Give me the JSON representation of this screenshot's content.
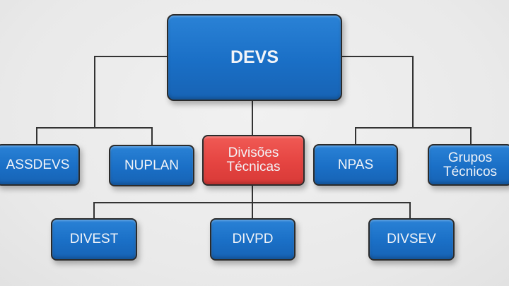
{
  "diagram": {
    "type": "org-chart",
    "root": {
      "id": "devs",
      "label": "DEVS",
      "color": "#1a6fc6"
    },
    "level1": [
      {
        "id": "assdevs",
        "label": "ASSDEVS",
        "parent": "devs",
        "color": "#1a6fc6"
      },
      {
        "id": "nuplan",
        "label": "NUPLAN",
        "parent": "devs",
        "color": "#1a6fc6"
      },
      {
        "id": "divisoes",
        "label_lines": [
          "Divisões",
          "Técnicas"
        ],
        "parent": "devs",
        "color": "#e54441",
        "highlighted": true
      },
      {
        "id": "npas",
        "label": "NPAS",
        "parent": "devs",
        "color": "#1a6fc6"
      },
      {
        "id": "grupos",
        "label_lines": [
          "Grupos",
          "Técnicos"
        ],
        "parent": "devs",
        "color": "#1a6fc6"
      }
    ],
    "level2": [
      {
        "id": "divest",
        "label": "DIVEST",
        "parent": "divisoes",
        "color": "#1a6fc6"
      },
      {
        "id": "divpd",
        "label": "DIVPD",
        "parent": "divisoes",
        "color": "#1a6fc6"
      },
      {
        "id": "divsev",
        "label": "DIVSEV",
        "parent": "divisoes",
        "color": "#1a6fc6"
      }
    ],
    "edges": [
      [
        "devs",
        "assdevs"
      ],
      [
        "devs",
        "nuplan"
      ],
      [
        "devs",
        "divisoes"
      ],
      [
        "devs",
        "npas"
      ],
      [
        "devs",
        "grupos"
      ],
      [
        "divisoes",
        "divest"
      ],
      [
        "divisoes",
        "divpd"
      ],
      [
        "divisoes",
        "divsev"
      ]
    ],
    "colors": {
      "primary": "#1a6fc6",
      "highlight": "#e54441",
      "connector": "#333333",
      "border": "#2b2b2b",
      "text": "#f2f4f8",
      "background": "#ececec"
    }
  }
}
